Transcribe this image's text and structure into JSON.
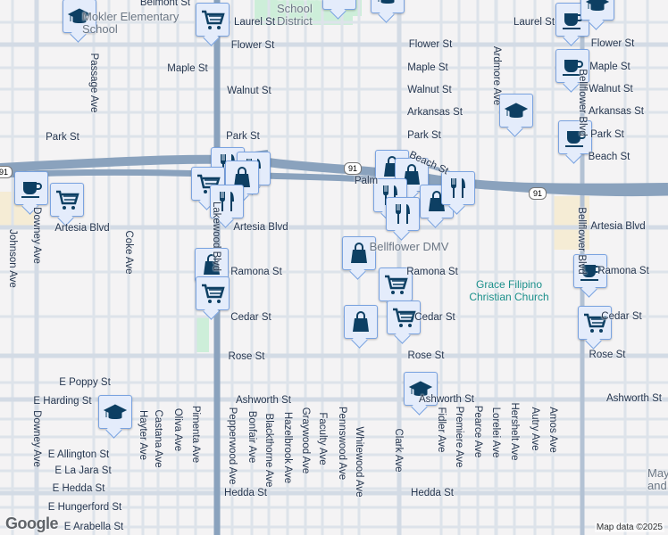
{
  "map": {
    "horizontal_streets": [
      "Belmont St",
      "Laurel St",
      "Flower St",
      "Maple St",
      "Walnut St",
      "Park St",
      "Park St",
      "Artesia Blvd",
      "Artesia Blvd",
      "Ramona St",
      "Cedar St",
      "Rose St",
      "E Poppy St",
      "E Harding St",
      "Ashworth St",
      "Hedda St",
      "E Allington St",
      "E La Jara St",
      "E Hedda St",
      "E Hungerford St",
      "E Arabella St",
      "Flower St",
      "Maple St",
      "Walnut St",
      "Arkansas St",
      "Park St",
      "Palm",
      "Laurel St",
      "Flower St",
      "Maple St",
      "Walnut St",
      "Arkansas St",
      "Park St",
      "Beach St",
      "Artesia Blvd",
      "Ramona St",
      "Ramona St",
      "Cedar St",
      "Cedar St",
      "Rose St",
      "Rose St",
      "Ashworth St",
      "Ashworth St",
      "Hedda St",
      "Beach St"
    ],
    "vertical_streets": [
      "Passage Ave",
      "Coke Ave",
      "Johnson Ave",
      "Downey Ave",
      "Downey Ave",
      "Hayter Ave",
      "Castana Ave",
      "Oliva Ave",
      "Pimenta Ave",
      "Pepperwood Ave",
      "Bonfair Ave",
      "Blackthorne Ave",
      "Hazelbrook Ave",
      "Graywood Ave",
      "Faculty Ave",
      "Pennswood Ave",
      "Whitewood Ave",
      "Clark Ave",
      "Fidler Ave",
      "Premiere Ave",
      "Pearce Ave",
      "Lorelei Ave",
      "Hershelt Ave",
      "Autry Ave",
      "Amos Ave",
      "Ardmore Ave",
      "Bellflower Blvd",
      "Bellflower Blvd",
      "Lakewood Blvd"
    ],
    "places": {
      "school": "Mokler Elementary School",
      "district": "Bellflower School District",
      "dmv": "Bellflower DMV",
      "church": "Grace Filipino Christian Church",
      "partial": "Mayf and"
    },
    "highway_shield": "91",
    "markers": [
      "graduation-cap",
      "shopping-cart",
      "graduation-cap",
      "graduation-cap",
      "coffee-cup",
      "graduation-cap",
      "coffee-cup",
      "graduation-cap",
      "coffee-cup",
      "coffee-cup",
      "shopping-cart",
      "fork-knife",
      "fork-knife",
      "shopping-cart",
      "shopping-bag",
      "fork-knife",
      "shopping-bag",
      "shopping-bag",
      "fork-knife",
      "shopping-bag",
      "fork-knife",
      "fork-knife",
      "shopping-bag",
      "coffee-cup",
      "shopping-cart",
      "shopping-cart",
      "shopping-bag",
      "shopping-cart",
      "graduation-cap",
      "graduation-cap",
      "shopping-bag",
      "shopping-cart"
    ],
    "colors": {
      "marker_bg": "#e4ecfb",
      "marker_border": "#7aa3e0",
      "icon": "#0d3f63",
      "highway": "#8aa2bd",
      "street": "#dde3ea"
    }
  },
  "google_logo": "Google",
  "attribution": "Map data ©2025"
}
